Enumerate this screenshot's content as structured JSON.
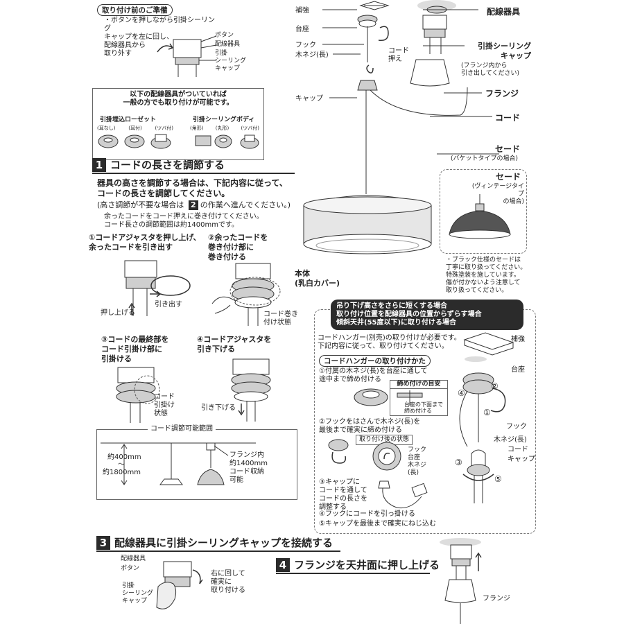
{
  "prep": {
    "title": "取り付け前のご準備",
    "instruction": "・ボタンを押しながら引掛シーリング\nキャップを左に回し、\n配線器具から\n取り外す",
    "labels": [
      "ボタン",
      "配線器具",
      "引掛\nシーリング\nキャップ"
    ]
  },
  "compat": {
    "title": "以下の配線器具がついていれば\n一般の方でも取り付けが可能です。",
    "group1": {
      "title": "引掛埋込ローゼット",
      "types": [
        "(耳なし)",
        "(耳付)",
        "(ツバ付)"
      ]
    },
    "group2": {
      "title": "引掛シーリングボディ",
      "types": [
        "(角形)",
        "(丸形)",
        "(ツバ付)"
      ]
    }
  },
  "section1": {
    "num": "1",
    "title": "コードの長さを調節する",
    "intro": "器具の高さを調節する場合は、下記内容に従って、\nコードの長さを調節してください。",
    "note_pre": "(高さ調節が不要な場合は",
    "note_num": "2",
    "note_post": "の作業へ進んでください。)",
    "note2": "余ったコードをコード押えに巻き付けてください。\nコード長さの調節範囲は約1400mmです。",
    "step1": "①コードアジャスタを押し上げ、\n余ったコードを引き出す",
    "step2": "②余ったコードを\n巻き付け部に\n巻き付ける",
    "step3": "③コードの最終部を\nコード引掛け部に\n引掛ける",
    "step4": "④コードアジャスタを\n引き下げる",
    "label_push_up": "押し上げる",
    "label_pull_out": "引き出す",
    "label_wound": "コード巻き\n付け状態",
    "label_hooked": "コード\n引掛け\n状態",
    "label_pull_down": "引き下げる"
  },
  "range": {
    "title": "コード調節可能範囲",
    "min": "約400mm",
    "tilde": "〜",
    "max": "約1800mm",
    "flange_note": "フランジ内\n約1400mm\nコード収納\n可能"
  },
  "overview": {
    "reinforce": "補強",
    "base": "台座",
    "hook": "フック",
    "screw": "木ネジ(長)",
    "cord_holder": "コード\n押え",
    "cap": "キャップ",
    "wiring": "配線器具",
    "ceiling_cap": "引掛シーリング\nキャップ",
    "ceiling_cap_note": "(フランジ内から\n引き出してください)",
    "flange": "フランジ",
    "cord": "コード",
    "shade": "セード",
    "shade_note": "(バケットタイプの場合)",
    "shade2": "セード",
    "shade2_note": "(ヴィンテージタイプ\nの場合)",
    "body": "本体\n(乳白カバー)",
    "black_note": "・ブラック仕様のセードは\n丁寧に取り扱ってください。\n特殊塗装を施しています。\n傷が付かないよう注意して\n取り扱ってください。"
  },
  "hanger": {
    "header": "吊り下げ高さをさらに短くする場合\n取り付け位置を配線器具の位置からずらす場合\n傾斜天井(55度以下)に取り付ける場合",
    "intro": "コードハンガー(別売)の取り付けが必要です。\n下記内容に従って、取り付けてください。",
    "howto": "コードハンガーの取り付けかた",
    "step1": "①付属の木ネジ(長)を台座に通して\n途中まで締め付ける",
    "guide_title": "締め付けの目安",
    "guide_note": "台座の下面まで\n締め付ける",
    "step2": "②フックをはさんで木ネジ(長)を\n最後まで確実に締め付ける",
    "after": "取り付け後の状態",
    "after_labels": "フック\n台座\n木ネジ\n(長)",
    "step3": "③キャップに\nコードを通して\nコードの長さを\n調整する",
    "step4": "④フックにコードを引っ掛ける",
    "step5": "⑤キャップを最後まで確実にねじ込む",
    "r_reinforce": "補強",
    "r_base": "台座",
    "r_hook": "フック",
    "r_screw": "木ネジ(長)",
    "r_cord": "コード",
    "r_cap": "キャップ",
    "markers": [
      "④",
      "②",
      "①",
      "③",
      "⑤"
    ]
  },
  "section3": {
    "num": "3",
    "title": "配線器具に引掛シーリングキャップを接続する",
    "labels": [
      "配線器具",
      "ボタン",
      "引掛\nシーリング\nキャップ"
    ],
    "note": "右に回して\n確実に\n取り付ける"
  },
  "section4": {
    "num": "4",
    "title": "フランジを天井面に押し上げる",
    "flange": "フランジ"
  }
}
